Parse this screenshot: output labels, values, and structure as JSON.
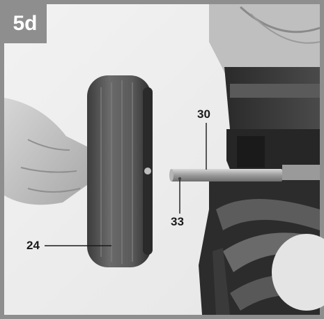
{
  "figure": {
    "step_label": "5d",
    "callouts": {
      "shaft": "30",
      "shaft_tip": "33",
      "wheel": "24"
    }
  },
  "colors": {
    "frame_gray": "#8e8e8e",
    "background": "#ececec",
    "label_text": "#1a1a1a"
  }
}
